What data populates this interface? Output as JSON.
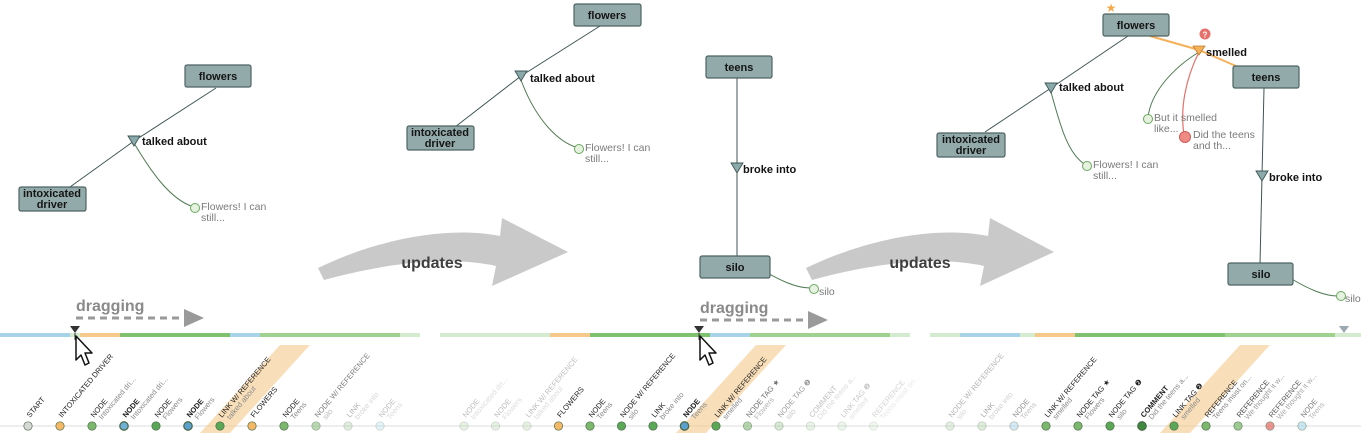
{
  "panels": [
    {
      "nodes": [
        {
          "id": "p1_flowers",
          "label": "flowers"
        },
        {
          "id": "p1_driver",
          "label": [
            "intoxicated",
            "driver"
          ]
        }
      ],
      "links": [
        {
          "id": "p1_link",
          "label": "talked about"
        }
      ],
      "comments": [
        {
          "id": "p1_comment",
          "lines": [
            "Flowers! I can",
            "still..."
          ]
        }
      ]
    },
    {
      "nodes": [
        {
          "id": "p2_flowers",
          "label": "flowers"
        },
        {
          "id": "p2_driver",
          "label": [
            "intoxicated",
            "driver"
          ]
        },
        {
          "id": "p2_teens",
          "label": "teens"
        },
        {
          "id": "p2_silo",
          "label": "silo"
        }
      ],
      "links": [
        {
          "id": "p2_link1",
          "label": "talked about"
        },
        {
          "id": "p2_link2",
          "label": "broke into"
        }
      ],
      "comments": [
        {
          "id": "p2_comment1",
          "lines": [
            "Flowers! I can",
            "still..."
          ]
        },
        {
          "id": "p2_comment2",
          "lines": [
            "silo"
          ]
        }
      ]
    },
    {
      "nodes": [
        {
          "id": "p3_flowers",
          "label": "flowers"
        },
        {
          "id": "p3_driver",
          "label": [
            "intoxicated",
            "driver"
          ]
        },
        {
          "id": "p3_teens",
          "label": "teens"
        },
        {
          "id": "p3_silo",
          "label": "silo"
        }
      ],
      "links": [
        {
          "id": "p3_link1",
          "label": "talked about"
        },
        {
          "id": "p3_link2",
          "label": "broke into"
        },
        {
          "id": "p3_link3",
          "label": "smelled"
        }
      ],
      "comments": [
        {
          "id": "p3_comment1",
          "lines": [
            "Flowers! I can",
            "still..."
          ]
        },
        {
          "id": "p3_comment2",
          "lines": [
            "silo"
          ]
        },
        {
          "id": "p3_comment3",
          "lines": [
            "But it smelled",
            "like..."
          ]
        },
        {
          "id": "p3_comment4",
          "lines": [
            "Did the teens",
            "and th..."
          ]
        }
      ],
      "badges": {
        "star": "★",
        "question": "?"
      }
    }
  ],
  "arrows": [
    {
      "label": "updates"
    },
    {
      "label": "updates"
    }
  ],
  "dragging": [
    {
      "label": "dragging"
    },
    {
      "label": "dragging"
    }
  ],
  "colors": {
    "node_fill": "#93aaaa",
    "node_stroke": "#4e6363",
    "highlight": "#f5c27a",
    "comment_green": "#6aa860",
    "alert_red": "#e8706a",
    "track_green": "#80c170",
    "track_blue": "#a7d3e8",
    "track_orange": "#f5c98a"
  },
  "timelines": [
    {
      "events": [
        {
          "label": "START",
          "sub": "",
          "color": "#d8d8d8",
          "op": 1.0,
          "bold": false
        },
        {
          "label": "INTOXICATED DRIVER",
          "sub": "",
          "color": "#f4b866",
          "op": 1.0,
          "bold": false
        },
        {
          "label": "NODE",
          "sub": "Intoxicated dri...",
          "color": "#7bb86d",
          "op": 1.0,
          "bold": false
        },
        {
          "label": "NODE",
          "sub": "Intoxicated dri...",
          "color": "#6fb0d9",
          "op": 1.0,
          "bold": true
        },
        {
          "label": "NODE",
          "sub": "Flowers",
          "color": "#5aa855",
          "op": 1.0,
          "bold": false
        },
        {
          "label": "NODE",
          "sub": "Flowers",
          "color": "#5aa0cf",
          "op": 1.0,
          "bold": true
        },
        {
          "label": "LINK W/ REFERENCE",
          "sub": "talked about",
          "color": "#5aa855",
          "op": 1.0,
          "bold": false
        },
        {
          "label": "FLOWERS",
          "sub": "",
          "color": "#f4b866",
          "op": 1.0,
          "bold": false
        },
        {
          "label": "NODE",
          "sub": "Teens",
          "color": "#7bb86d",
          "op": 1.0,
          "bold": false
        },
        {
          "label": "NODE W/ REFERENCE",
          "sub": "silo",
          "color": "#8cc080",
          "op": 0.6,
          "bold": false
        },
        {
          "label": "LINK",
          "sub": "broke into",
          "color": "#a8d0a0",
          "op": 0.35,
          "bold": false
        },
        {
          "label": "NODE",
          "sub": "Teens",
          "color": "#a8d8ee",
          "op": 0.3,
          "bold": false
        }
      ]
    },
    {
      "events": [
        {
          "label": "NODE",
          "sub": "Intoxicated dri...",
          "color": "#b0d4a8",
          "op": 0.3,
          "bold": false
        },
        {
          "label": "NODE",
          "sub": "Flowers",
          "color": "#b0d4a8",
          "op": 0.3,
          "bold": false
        },
        {
          "label": "LINK W/ REFERENCE",
          "sub": "talked about",
          "color": "#b0d4a8",
          "op": 0.3,
          "bold": false
        },
        {
          "label": "FLOWERS",
          "sub": "",
          "color": "#f4b866",
          "op": 1.0,
          "bold": false
        },
        {
          "label": "NODE",
          "sub": "Teens",
          "color": "#7bb86d",
          "op": 1.0,
          "bold": false
        },
        {
          "label": "NODE W/ REFERENCE",
          "sub": "silo",
          "color": "#5aa855",
          "op": 1.0,
          "bold": false
        },
        {
          "label": "LINK",
          "sub": "broke into",
          "color": "#5aa855",
          "op": 1.0,
          "bold": false
        },
        {
          "label": "NODE",
          "sub": "Teens",
          "color": "#5aa0cf",
          "op": 1.0,
          "bold": true
        },
        {
          "label": "LINK W/ REFERENCE",
          "sub": "smelled",
          "color": "#5aa855",
          "op": 1.0,
          "bold": false
        },
        {
          "label": "NODE TAG ★",
          "sub": "Flowers",
          "color": "#8cc080",
          "op": 0.65,
          "bold": false
        },
        {
          "label": "NODE TAG ❷",
          "sub": "silo",
          "color": "#a8d0a0",
          "op": 0.45,
          "bold": false
        },
        {
          "label": "COMMENT",
          "sub": "Did the teens a...",
          "color": "#b8dcb0",
          "op": 0.3,
          "bold": false
        },
        {
          "label": "LINK TAG ❷",
          "sub": "smelled",
          "color": "#b8dcb0",
          "op": 0.25,
          "bold": false
        },
        {
          "label": "REFERENCE",
          "sub": "Teens insist on...",
          "color": "#b8dcb0",
          "op": 0.2,
          "bold": false
        }
      ]
    },
    {
      "events": [
        {
          "label": "NODE W/ REFERENCE",
          "sub": "silo",
          "color": "#b0d4a8",
          "op": 0.35,
          "bold": false
        },
        {
          "label": "LINK",
          "sub": "broke into",
          "color": "#b0d4a8",
          "op": 0.4,
          "bold": false
        },
        {
          "label": "NODE",
          "sub": "Teens",
          "color": "#a8d8ee",
          "op": 0.5,
          "bold": false
        },
        {
          "label": "LINK W/ REFERENCE",
          "sub": "smelled",
          "color": "#7bb86d",
          "op": 1.0,
          "bold": false
        },
        {
          "label": "NODE TAG ★",
          "sub": "Flowers",
          "color": "#7bb86d",
          "op": 1.0,
          "bold": false
        },
        {
          "label": "NODE TAG ❷",
          "sub": "silo",
          "color": "#5aa855",
          "op": 1.0,
          "bold": false
        },
        {
          "label": "COMMENT",
          "sub": "Did the teens a...",
          "color": "#3d8a3d",
          "op": 1.0,
          "bold": true
        },
        {
          "label": "LINK TAG ❷",
          "sub": "smelled",
          "color": "#5aa855",
          "op": 1.0,
          "bold": false
        },
        {
          "label": "REFERENCE",
          "sub": "Teens insist on...",
          "color": "#7bb86d",
          "op": 1.0,
          "bold": false
        },
        {
          "label": "REFERENCE",
          "sub": "We thought it w...",
          "color": "#8cc080",
          "op": 0.85,
          "bold": false
        },
        {
          "label": "REFERENCE",
          "sub": "We thought it w...",
          "color": "#e8706a",
          "op": 0.75,
          "bold": false
        },
        {
          "label": "NODE",
          "sub": "Teens",
          "color": "#a8d8ee",
          "op": 0.6,
          "bold": false
        }
      ]
    }
  ]
}
